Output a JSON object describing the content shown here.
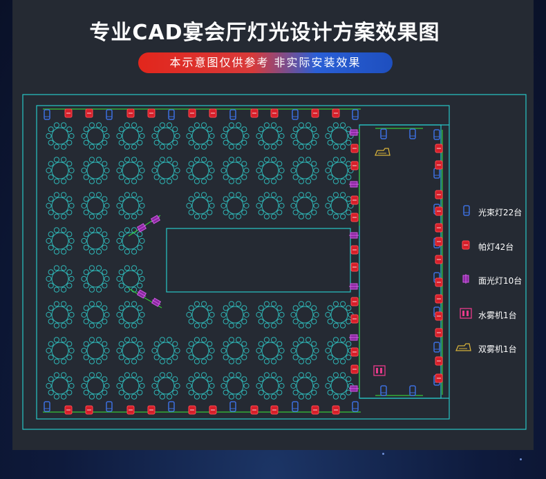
{
  "header": {
    "title": "专业CAD宴会厅灯光设计方案效果图",
    "subtitle": "本示意图仅供参考  非实际安装效果"
  },
  "legend": {
    "items": [
      {
        "key": "beam",
        "label": "光束灯22台",
        "icon": "beam-light-icon",
        "color": "#3d6fe0"
      },
      {
        "key": "par",
        "label": "帕灯42台",
        "icon": "par-light-icon",
        "color": "#e8262c"
      },
      {
        "key": "face",
        "label": "面光灯10台",
        "icon": "face-light-icon",
        "color": "#c23fd0"
      },
      {
        "key": "water",
        "label": "水雾机1台",
        "icon": "water-fog-machine-icon",
        "color": "#e83a8a"
      },
      {
        "key": "double",
        "label": "双雾机1台",
        "icon": "double-fog-machine-icon",
        "color": "#d8b23a"
      }
    ]
  },
  "colors": {
    "wall": "#27c8c8",
    "table": "#2fb6b6",
    "truss": "#38c838"
  }
}
